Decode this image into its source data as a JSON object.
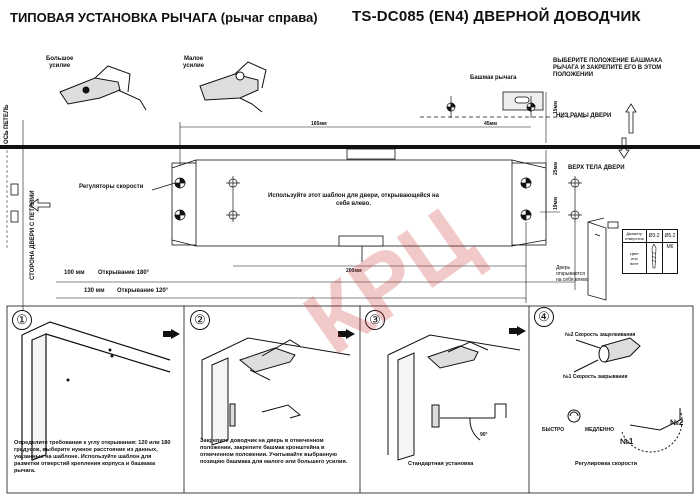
{
  "titles": {
    "left": "ТИПОВАЯ УСТАНОВКА РЫЧАГА (рычаг справа)",
    "right": "TS-DC085 (EN4) ДВЕРНОЙ ДОВОДЧИК"
  },
  "top_figures": {
    "big_force": "Большое\nусилие",
    "small_force": "Малое\nусилие"
  },
  "notes": {
    "choose_shoe": "ВЫБЕРИТЕ ПОЛОЖЕНИЕ БАШМАКА\nРЫЧАГА И ЗАКРЕПИТЕ ЕГО В ЭТОМ\nПОЛОЖЕНИИ",
    "lever_shoe": "Башмак рычага",
    "door_frame_bottom": "НИЗ РАМЫ ДВЕРИ",
    "door_body_top": "ВЕРХ ТЕЛА ДВЕРИ",
    "hinge_axis": "ОСЬ ПЕТЕЛЬ",
    "hinge_side": "СТОРОНА ДВЕРИ С ПЕТЛЯМИ",
    "speed_regulators": "Регуляторы скорости",
    "template_text": "Используйте этот шаблон для двери, открывающейся на\nсебя влево.",
    "door_opens_left": "Дверь\nоткрывается\nна себя влево"
  },
  "dimensions": {
    "d165": "165мм",
    "d45": "45мм",
    "d15": "15мм",
    "d25": "25мм",
    "d19": "19мм",
    "d200": "200мм",
    "row1_mm": "100 мм",
    "row1_label": "Открывание 180°",
    "row2_mm": "130 мм",
    "row2_label": "Открывание 120°"
  },
  "hole_table": {
    "headers": [
      "Диаметр\nотверстия",
      "Ø3.2",
      "Ø5.2"
    ],
    "row2": [
      "Цвет\nили\nвинт",
      "",
      "М6"
    ]
  },
  "steps": [
    {
      "num": "①",
      "text": "Определите требования к углу открывания: 120 или 180 градусов, выберите нужное расстояние из данных, указанных на шаблоне. Используйте шаблон для разметки отверстий крепления корпуса и башмака рычага."
    },
    {
      "num": "②",
      "text": "Закрепите доводчик на дверь в отмеченном положении, закрепите башмак кронштейна в отмеченном положении. Учитывайте выбранную позицию башмака для малого или большего усилия."
    },
    {
      "num": "③",
      "text": "Стандартная установка",
      "angle": "90°"
    },
    {
      "num": "④",
      "text": "Регулировка скорости",
      "labels": {
        "speed2": "№2 Скорость защелкивания",
        "speed1": "№1 Скорость закрывания",
        "fast": "БЫСТРО",
        "slow": "МЕДЛЕННО",
        "n1": "№1",
        "n2": "№2"
      }
    }
  ],
  "watermark": "КРЦ"
}
